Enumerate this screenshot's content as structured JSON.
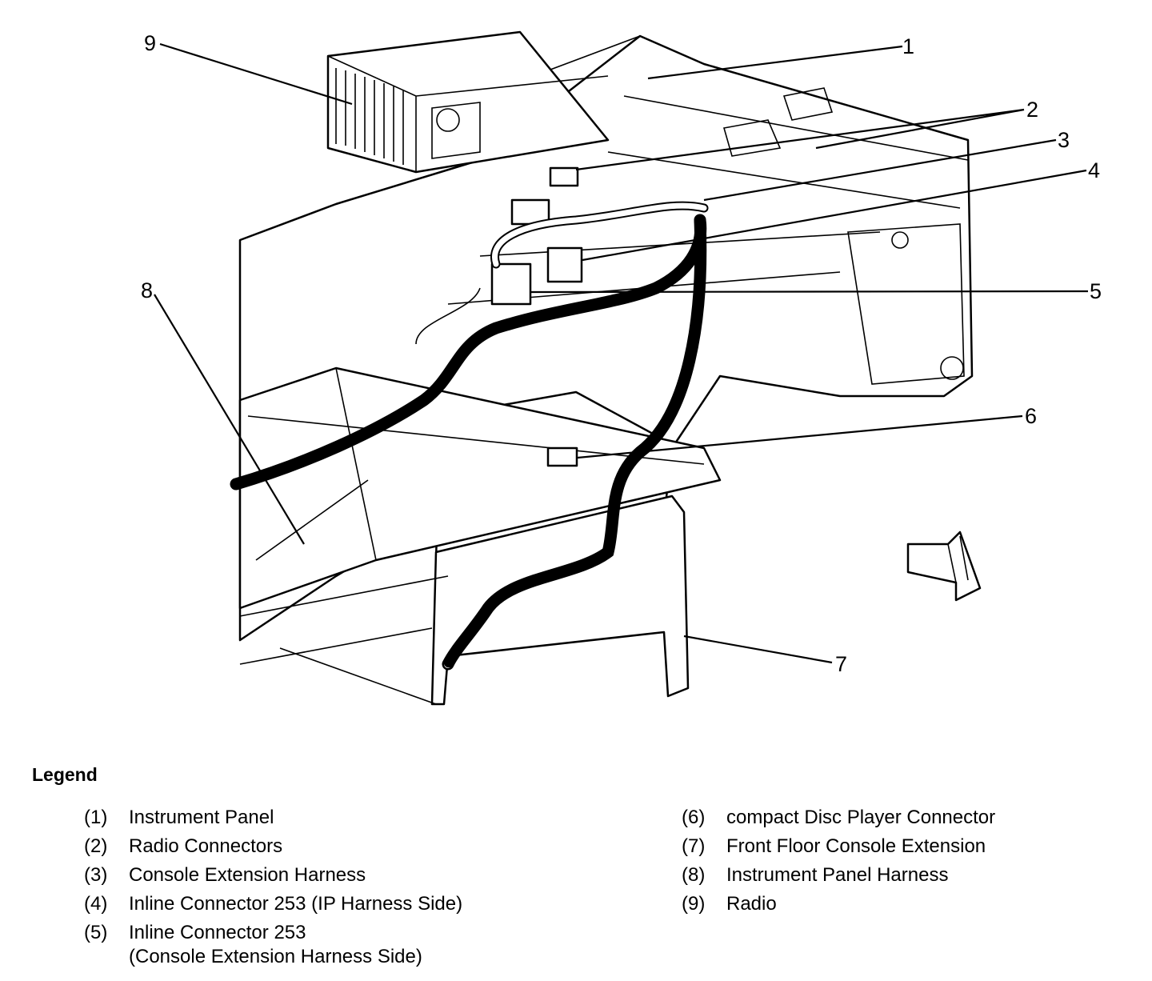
{
  "diagram": {
    "callouts": [
      "1",
      "2",
      "3",
      "4",
      "5",
      "6",
      "7",
      "8",
      "9"
    ]
  },
  "legend": {
    "title": "Legend",
    "left": [
      {
        "num": "(1)",
        "label": "Instrument Panel"
      },
      {
        "num": "(2)",
        "label": "Radio Connectors"
      },
      {
        "num": "(3)",
        "label": "Console Extension Harness"
      },
      {
        "num": "(4)",
        "label": "Inline Connector 253 (IP Harness Side)"
      },
      {
        "num": "(5)",
        "label": "Inline Connector 253\n(Console Extension Harness Side)"
      }
    ],
    "right": [
      {
        "num": "(6)",
        "label": "compact Disc Player Connector"
      },
      {
        "num": "(7)",
        "label": "Front Floor Console Extension"
      },
      {
        "num": "(8)",
        "label": "Instrument Panel Harness"
      },
      {
        "num": "(9)",
        "label": "Radio"
      }
    ]
  }
}
